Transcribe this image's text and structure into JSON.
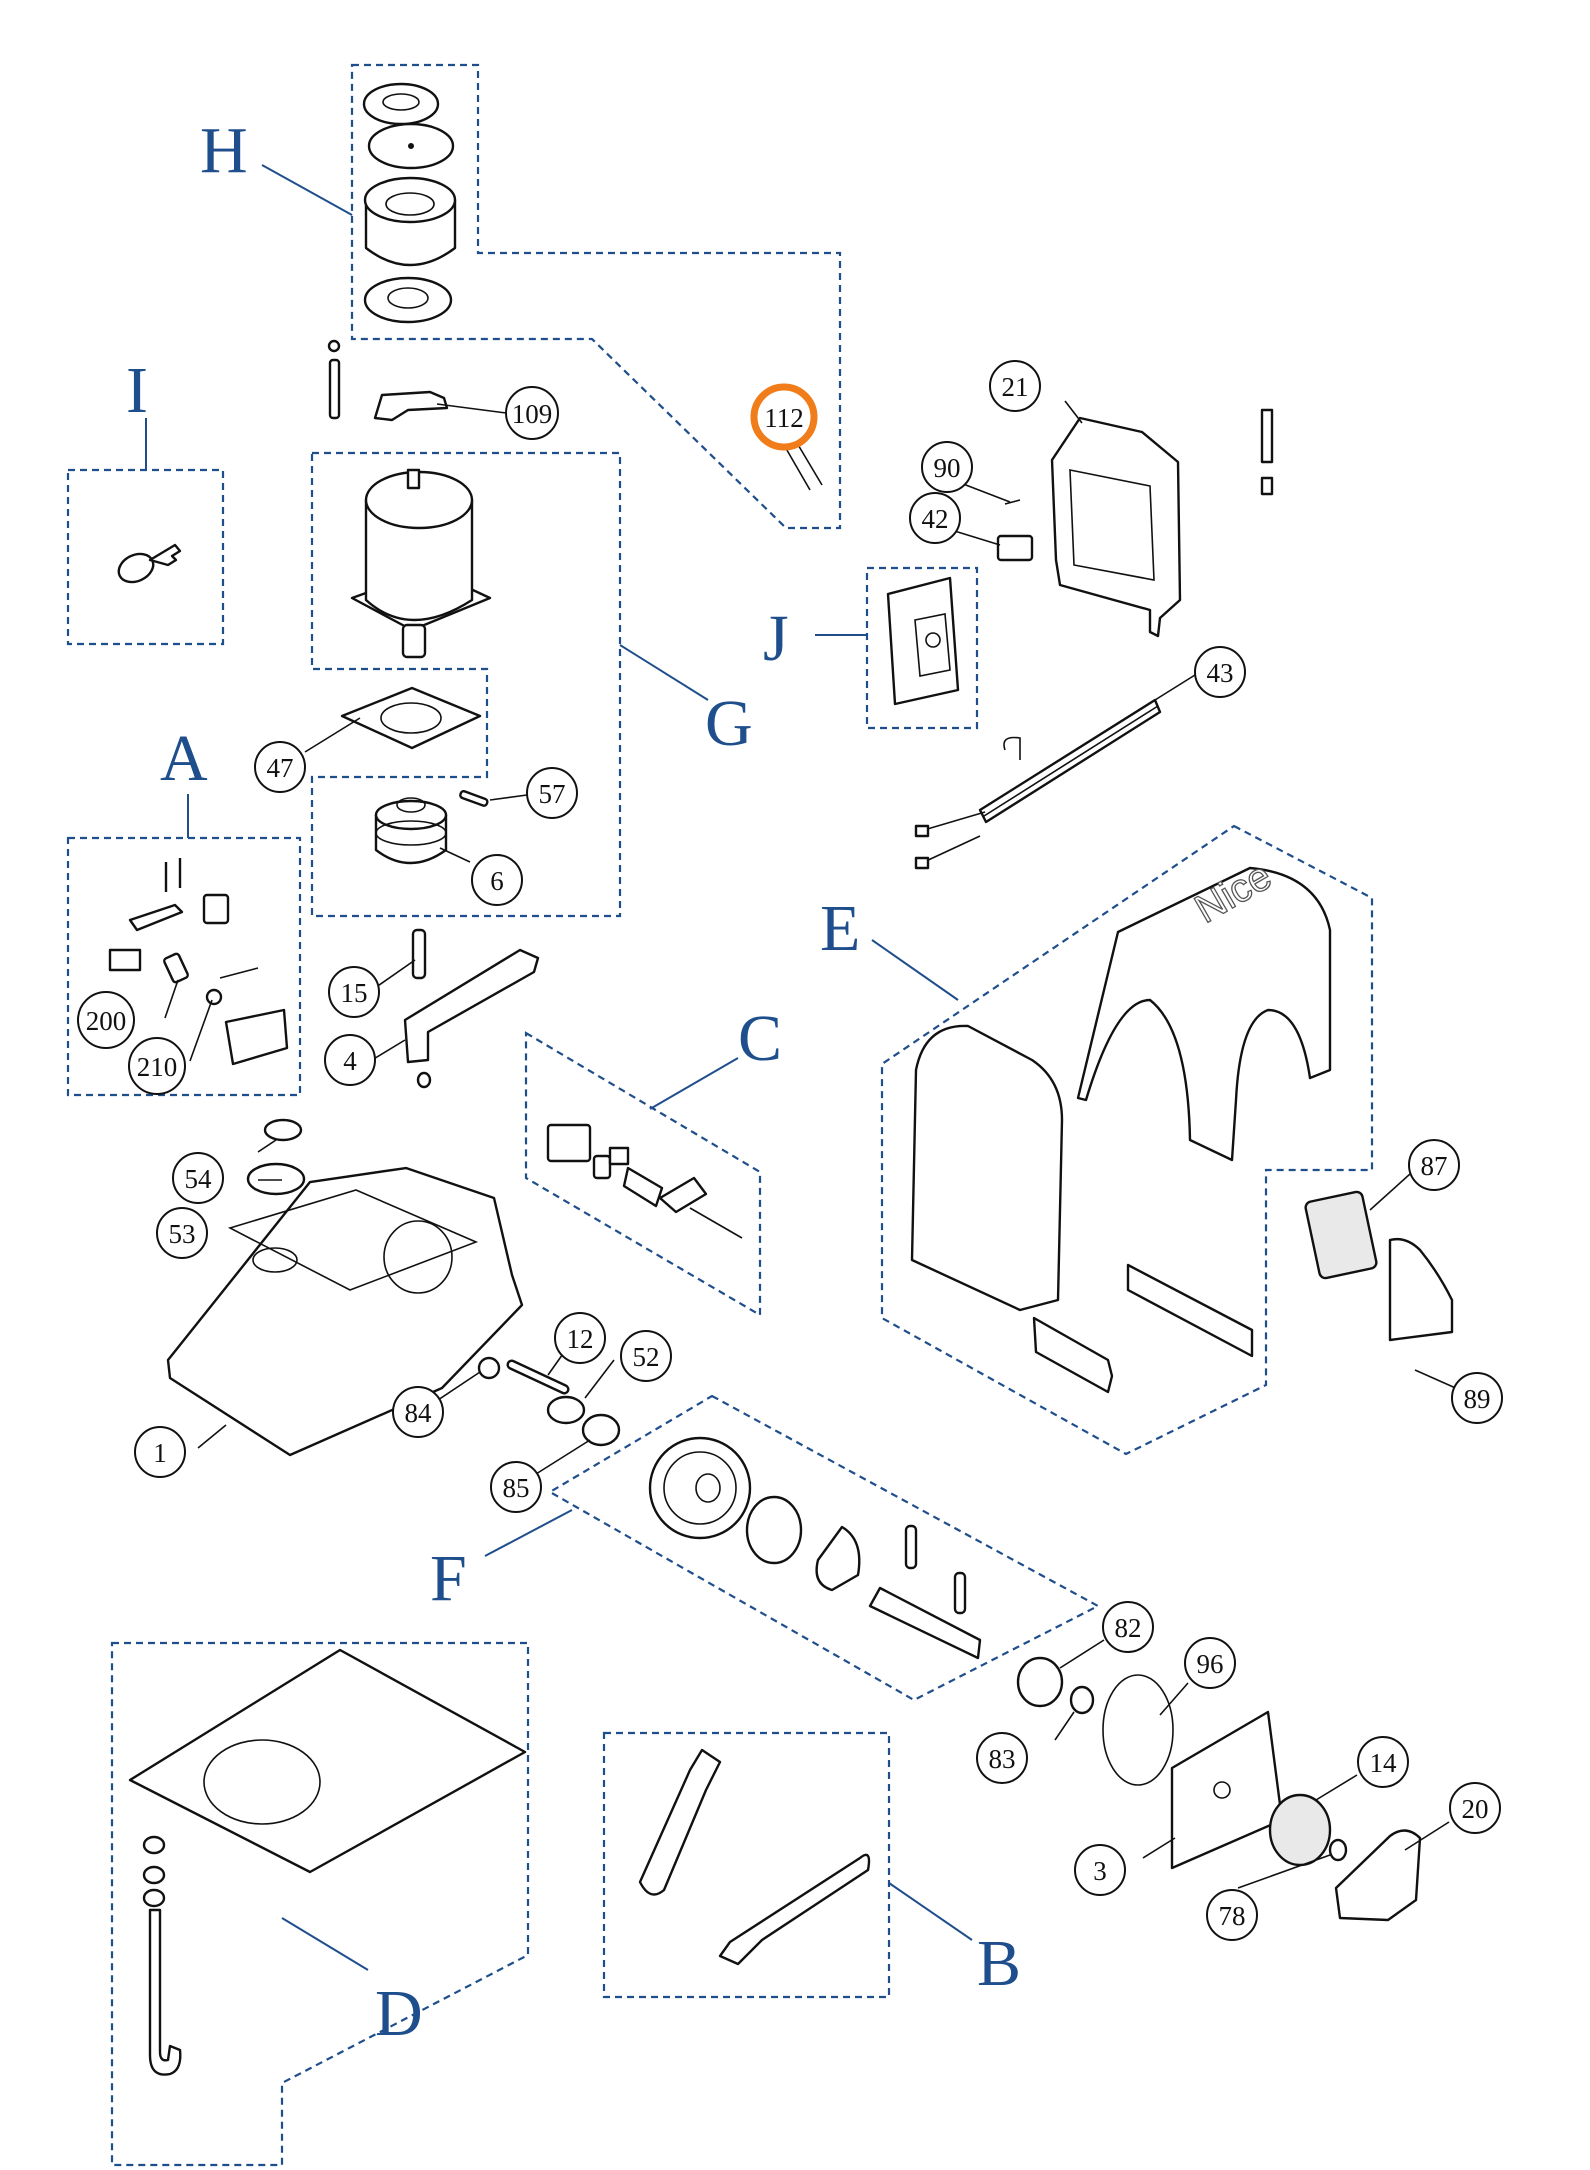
{
  "diagram": {
    "highlight_color": "#f07d1a",
    "accent_color": "#1f4e8c",
    "highlighted_part": "112",
    "groups": {
      "H": "H",
      "I": "I",
      "A": "A",
      "G": "G",
      "J": "J",
      "C": "C",
      "E": "E",
      "F": "F",
      "D": "D",
      "B": "B"
    },
    "parts": {
      "p1": "1",
      "p3": "3",
      "p4": "4",
      "p6": "6",
      "p12": "12",
      "p14": "14",
      "p15": "15",
      "p20": "20",
      "p21": "21",
      "p42": "42",
      "p43": "43",
      "p47": "47",
      "p52": "52",
      "p53": "53",
      "p54": "54",
      "p57": "57",
      "p78": "78",
      "p82": "82",
      "p83": "83",
      "p84": "84",
      "p85": "85",
      "p87": "87",
      "p89": "89",
      "p90": "90",
      "p96": "96",
      "p109": "109",
      "p112": "112",
      "p200": "200",
      "p210": "210"
    },
    "cover_logo_text": "Nice"
  }
}
